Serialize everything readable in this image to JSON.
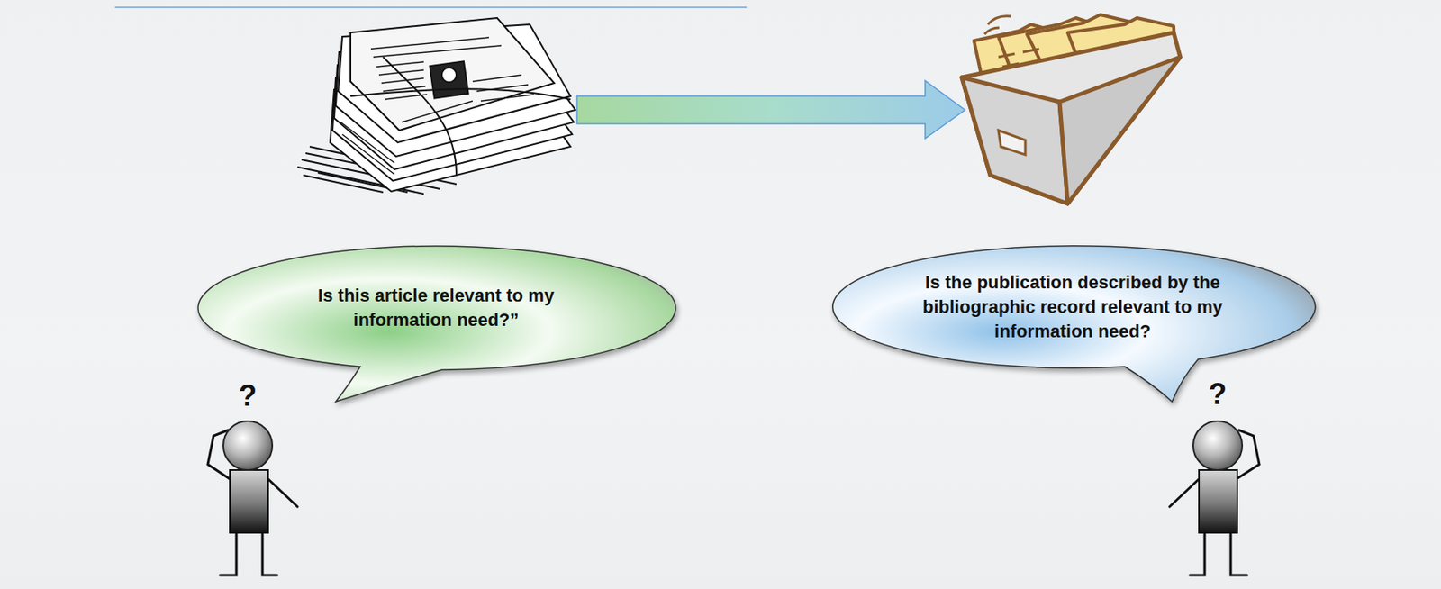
{
  "diagram": {
    "nodes": [
      {
        "text": [
          "Is this article relevant to my information need?”"
        ]
      },
      {
        "text": [
          "Is the publication described by the bibliographic record relevant to my information need?"
        ]
      }
    ],
    "labels": [
      "?",
      "?"
    ]
  }
}
